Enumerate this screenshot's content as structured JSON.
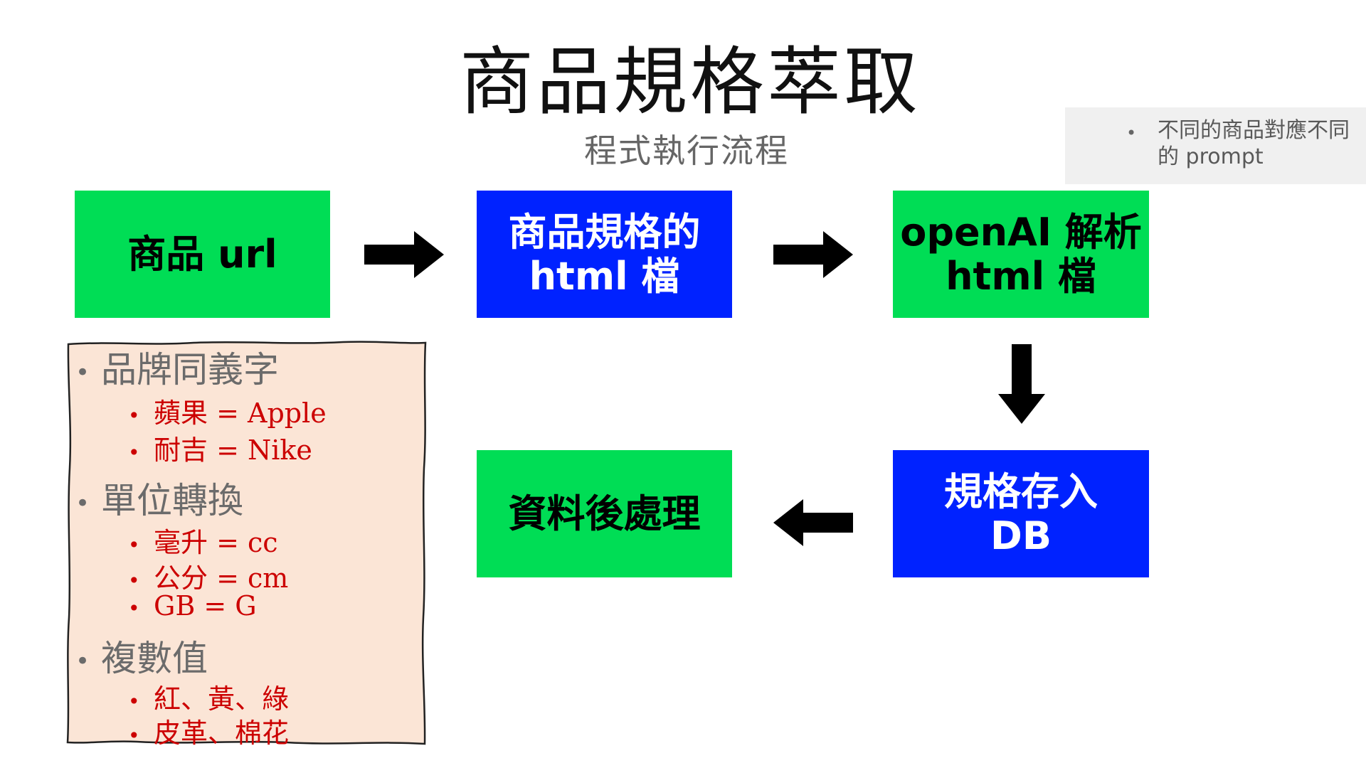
{
  "title": "商品規格萃取",
  "subtitle": "程式執行流程",
  "note": {
    "bullet": "•",
    "text": "不同的商品對應不同的 prompt"
  },
  "flow": {
    "product_url": [
      "商品 url"
    ],
    "spec_html": [
      "商品規格的",
      "html 檔"
    ],
    "openai_parse": [
      "openAI 解析",
      "html 檔"
    ],
    "store_db": [
      "規格存入",
      "DB"
    ],
    "post_process": [
      "資料後處理"
    ]
  },
  "notes": {
    "sections": [
      {
        "heading": "品牌同義字",
        "items": [
          "蘋果 = Apple",
          "耐吉 = Nike"
        ]
      },
      {
        "heading": "單位轉換",
        "items": [
          "毫升 = cc",
          "公分 = cm",
          "GB = G"
        ]
      },
      {
        "heading": "複數值",
        "items": [
          "紅、黃、綠",
          "皮革、棉花"
        ]
      }
    ]
  },
  "colors": {
    "green": "#00dd55",
    "blue": "#0022ff",
    "note_bg": "#f0f0f0",
    "panel_bg": "#fbe5d6",
    "red_text": "#cc0000"
  }
}
